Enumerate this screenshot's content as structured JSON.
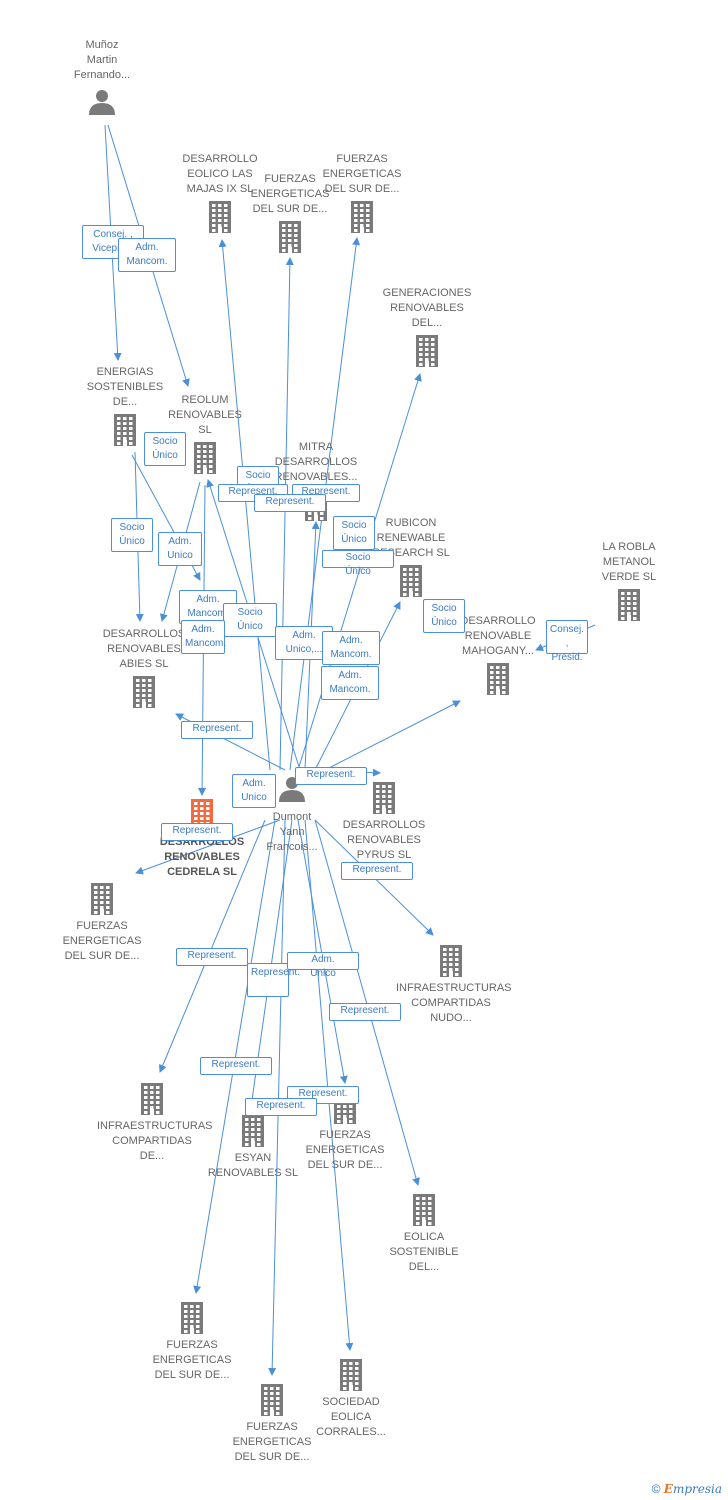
{
  "nodes": [
    {
      "id": "munoz",
      "kind": "person",
      "label": "Muñoz\nMartin\nFernando..."
    },
    {
      "id": "dumont",
      "kind": "person",
      "label": "Dumont\nYann\nFrancois..."
    },
    {
      "id": "eolico_majas",
      "kind": "company",
      "label": "DESARROLLO\nEOLICO LAS\nMAJAS IX  SL"
    },
    {
      "id": "fuerzas_top1",
      "kind": "company",
      "label": "FUERZAS\nENERGETICAS\nDEL SUR DE..."
    },
    {
      "id": "fuerzas_top2",
      "kind": "company",
      "label": "FUERZAS\nENERGETICAS\nDEL SUR DE..."
    },
    {
      "id": "generaciones",
      "kind": "company",
      "label": "GENERACIONES\nRENOVABLES\nDEL..."
    },
    {
      "id": "energias_sost",
      "kind": "company",
      "label": "ENERGIAS\nSOSTENIBLES\nDE..."
    },
    {
      "id": "reolum",
      "kind": "company",
      "label": "REOLUM\nRENOVABLES\nSL"
    },
    {
      "id": "mitra",
      "kind": "company",
      "label": "MITRA\nDESARROLLOS\nRENOVABLES..."
    },
    {
      "id": "rubicon",
      "kind": "company",
      "label": "RUBICON\nRENEWABLE\nRESEARCH  SL"
    },
    {
      "id": "la_robla",
      "kind": "company",
      "label": "LA ROBLA\nMETANOL\nVERDE  SL"
    },
    {
      "id": "abies",
      "kind": "company",
      "label": "DESARROLLOS\nRENOVABLES\nABIES  SL"
    },
    {
      "id": "mahogany",
      "kind": "company",
      "label": "DESARROLLO\nRENOVABLE\nMAHOGANY..."
    },
    {
      "id": "cedrela",
      "kind": "company",
      "label": "DESARROLLOS\nRENOVABLES\nCEDRELA  SL",
      "highlight": true
    },
    {
      "id": "pyrus",
      "kind": "company",
      "label": "DESARROLLOS\nRENOVABLES\nPYRUS  SL"
    },
    {
      "id": "fuerzas_left",
      "kind": "company",
      "label": "FUERZAS\nENERGETICAS\nDEL SUR DE..."
    },
    {
      "id": "infra_nudo",
      "kind": "company",
      "label": "INFRAESTRUCTURAS\nCOMPARTIDAS\nNUDO..."
    },
    {
      "id": "infra_de",
      "kind": "company",
      "label": "INFRAESTRUCTURAS\nCOMPARTIDAS\nDE..."
    },
    {
      "id": "esyan",
      "kind": "company",
      "label": "ESYAN\nRENOVABLES SL"
    },
    {
      "id": "fuerzas_mid",
      "kind": "company",
      "label": "FUERZAS\nENERGETICAS\nDEL SUR DE..."
    },
    {
      "id": "eolica_sost",
      "kind": "company",
      "label": "EOLICA\nSOSTENIBLE\nDEL..."
    },
    {
      "id": "fuerzas_bl",
      "kind": "company",
      "label": "FUERZAS\nENERGETICAS\nDEL SUR DE..."
    },
    {
      "id": "fuerzas_bc",
      "kind": "company",
      "label": "FUERZAS\nENERGETICAS\nDEL SUR DE..."
    },
    {
      "id": "sociedad_eolica",
      "kind": "company",
      "label": "SOCIEDAD\nEOLICA\nCORRALES..."
    }
  ],
  "edge_labels": [
    "Consej. ,\nVicepres.",
    "Adm.\nMancom.",
    "Socio\nÚnico",
    "Socio\nÚnico",
    "Adm.\nUnico",
    "Represent.",
    "Socio\nÚnico",
    "Represent.",
    "Represent.",
    "Socio\nÚnico",
    "Represent.",
    "Socio\nÚnico",
    "Socio\nÚnico",
    "Consej. ,\nPresid.",
    "Adm.\nMancom.",
    "Socio\nÚnico",
    "Adm.\nMancom.",
    "Adm.\nUnico,...",
    "Adm.\nMancom.",
    "Represent.",
    "Adm.\nMancom.",
    "Adm.\nUnico",
    "Represent.",
    "Represent.",
    "Represent.",
    "Represent.",
    "Adm.\nUnico",
    "Represent.",
    "Represent.",
    "Represent.",
    "Represent.",
    "Represent."
  ],
  "colors": {
    "edge": "#4a90d9",
    "node": "#7a7a7a",
    "highlight": "#f26a3d"
  },
  "brand": {
    "copyright": "©",
    "name": "mpresia",
    "initial": "E"
  }
}
